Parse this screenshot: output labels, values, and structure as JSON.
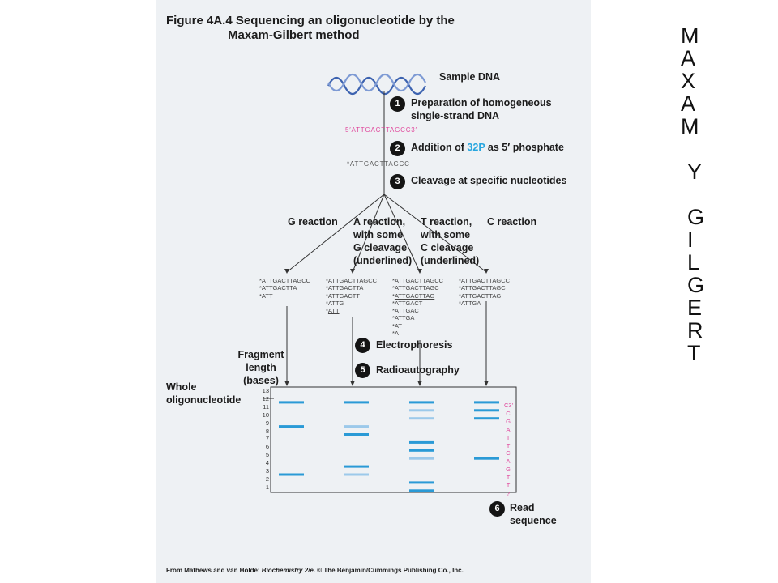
{
  "figure": {
    "title_line1": "Figure 4A.4  Sequencing an oligonucleotide by the",
    "title_line2": "Maxam-Gilbert method",
    "sample_dna_label": "Sample DNA",
    "steps": [
      {
        "number": "1",
        "line1": "Preparation of homogeneous",
        "line2": "single-strand DNA"
      },
      {
        "number": "2",
        "pre": "Addition of ",
        "isotope": "32P",
        "post": " as 5′ phosphate"
      },
      {
        "number": "3",
        "line1": "Cleavage at specific nucleotides"
      },
      {
        "number": "4",
        "line1": "Electrophoresis"
      },
      {
        "number": "5",
        "line1": "Radioautography"
      },
      {
        "number": "6",
        "line1": "Read",
        "line2": "sequence"
      }
    ],
    "strand_5prime": "5′ATTGACTTAGCC3′",
    "strand_labeled": "*ATTGACTTAGCC",
    "reactions": [
      {
        "lines": [
          "G reaction"
        ],
        "fragments": [
          {
            "text": "*ATTGACTTAGCC",
            "u": false
          },
          {
            "text": "*ATTGACTTA",
            "u": false
          },
          {
            "text": "*ATT",
            "u": false
          }
        ]
      },
      {
        "lines": [
          "A reaction,",
          "with some",
          "G cleavage",
          "(underlined)"
        ],
        "fragments": [
          {
            "text": "*ATTGACTTAGCC",
            "u": false
          },
          {
            "text": "*ATTGACTTA",
            "u": true
          },
          {
            "text": "*ATTGACTT",
            "u": false
          },
          {
            "text": "*ATTG",
            "u": false
          },
          {
            "text": "*ATT",
            "u": true
          }
        ]
      },
      {
        "lines": [
          "T reaction,",
          "with some",
          "C cleavage",
          "(underlined)"
        ],
        "fragments": [
          {
            "text": "*ATTGACTTAGCC",
            "u": false
          },
          {
            "text": "*ATTGACTTAGC",
            "u": true
          },
          {
            "text": "*ATTGACTTAG",
            "u": true
          },
          {
            "text": "*ATTGACT",
            "u": false
          },
          {
            "text": "*ATTGAC",
            "u": false
          },
          {
            "text": "*ATTGA",
            "u": true
          },
          {
            "text": "*AT",
            "u": false
          },
          {
            "text": "*A",
            "u": false
          }
        ]
      },
      {
        "lines": [
          "C reaction"
        ],
        "fragments": [
          {
            "text": "*ATTGACTTAGCC",
            "u": false
          },
          {
            "text": "*ATTGACTTAGC",
            "u": false
          },
          {
            "text": "*ATTGACTTAG",
            "u": false
          },
          {
            "text": "*ATTGA",
            "u": false
          }
        ]
      }
    ],
    "fragment_length_label": [
      "Fragment",
      "length",
      "(bases)"
    ],
    "whole_oligo_label": [
      "Whole",
      "oligonucleotide"
    ],
    "gel": {
      "ticks": [
        "13",
        "12",
        "11",
        "10",
        "9",
        "8",
        "7",
        "6",
        "5",
        "4",
        "3",
        "2",
        "1"
      ],
      "lanes": [
        {
          "bands": [
            {
              "pos": 12,
              "faint": false
            },
            {
              "pos": 9,
              "faint": false
            },
            {
              "pos": 3,
              "faint": false
            }
          ]
        },
        {
          "bands": [
            {
              "pos": 12,
              "faint": false
            },
            {
              "pos": 9,
              "faint": true
            },
            {
              "pos": 8,
              "faint": false
            },
            {
              "pos": 4,
              "faint": false
            },
            {
              "pos": 3,
              "faint": true
            }
          ]
        },
        {
          "bands": [
            {
              "pos": 12,
              "faint": false
            },
            {
              "pos": 11,
              "faint": true
            },
            {
              "pos": 10,
              "faint": true
            },
            {
              "pos": 7,
              "faint": false
            },
            {
              "pos": 6,
              "faint": false
            },
            {
              "pos": 5,
              "faint": true
            },
            {
              "pos": 2,
              "faint": false
            },
            {
              "pos": 1,
              "faint": false
            }
          ]
        },
        {
          "bands": [
            {
              "pos": 12,
              "faint": false
            },
            {
              "pos": 11,
              "faint": false
            },
            {
              "pos": 10,
              "faint": false
            },
            {
              "pos": 5,
              "faint": false
            }
          ]
        }
      ],
      "read_letters": [
        "C3′",
        "C",
        "G",
        "A",
        "T",
        "T",
        "C",
        "A",
        "G",
        "T",
        "T",
        "?"
      ],
      "band_color": "#2a9ad6",
      "faint_band_color": "#9cc9ea",
      "read_color": "#e0469b"
    },
    "credit_pre": "From Mathews and van Holde: ",
    "credit_italic": "Biochemistry 2/e",
    "credit_post": ". © The Benjamin/Cummings Publishing Co., Inc."
  },
  "side_letters": [
    "M",
    "A",
    "X",
    "A",
    "M",
    "",
    "Y",
    "",
    "G",
    "I",
    "L",
    "G",
    "E",
    "R",
    "T"
  ]
}
